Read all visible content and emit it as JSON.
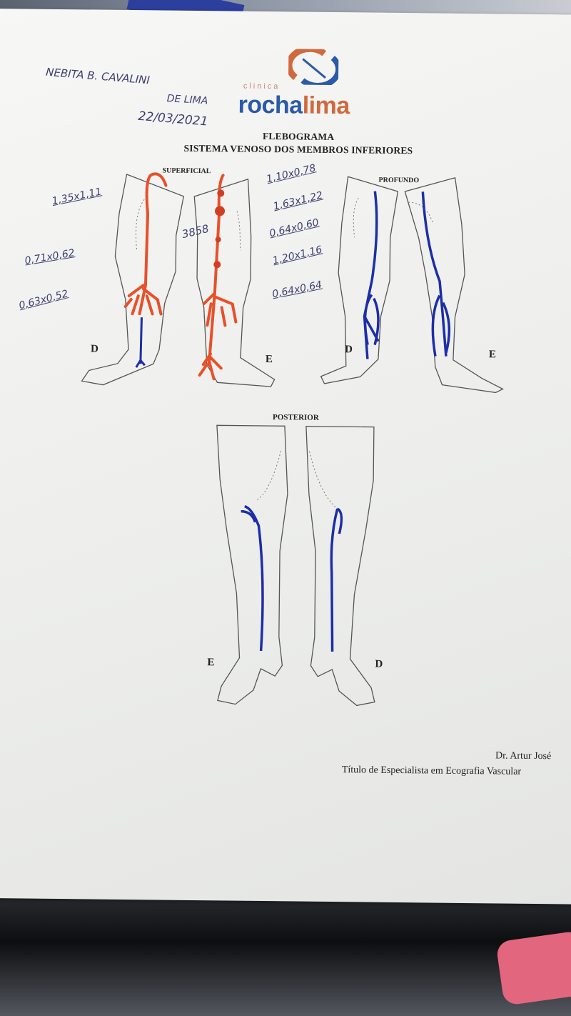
{
  "header": {
    "patient_name": "NEBITA B. CAVALINI",
    "patient_name_2": "DE LIMA",
    "date": "22/03/2021",
    "logo": {
      "small": "clinica",
      "part1": "rocha",
      "part2": "lima"
    },
    "title": "FLEBOGRAMA",
    "subtitle": "SISTEMA VENOSO DOS MEMBROS INFERIORES"
  },
  "sections": {
    "superficial": "SUPERFICIAL",
    "profundo": "PROFUNDO",
    "posterior": "POSTERIOR"
  },
  "side_labels": {
    "d": "D",
    "e": "E"
  },
  "annotations": {
    "right_leg": [
      "1,35x1,11",
      "0,71x0,62",
      "0,63x0,52"
    ],
    "left_leg": [
      "1,10x0,78",
      "1,63x1,22",
      "0,64x0,60",
      "1,20x1,16",
      "0,64x0,64"
    ],
    "mid": "3858"
  },
  "footer": {
    "doctor": "Dr. Artur José",
    "specialty": "Título de Especialista em Ecografia Vascular"
  },
  "colors": {
    "superficial_vein": "#e8502a",
    "deep_vein": "#1d2ea8",
    "logo_blue": "#2b5aa8",
    "logo_orange": "#d06a3e"
  }
}
